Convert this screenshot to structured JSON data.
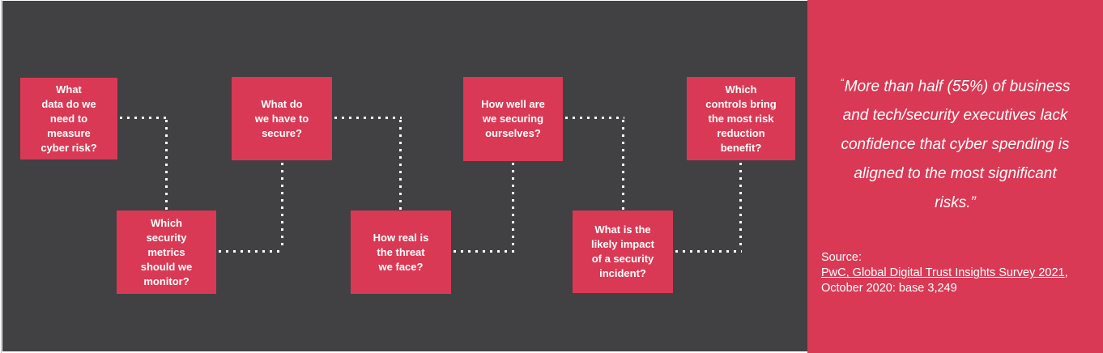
{
  "slide": {
    "background_color": "#414042",
    "accent_color": "#D93954",
    "text_color": "#ffffff"
  },
  "flow": {
    "boxes": [
      {
        "label": "What\ndata do we\nneed to\nmeasure\ncyber risk?"
      },
      {
        "label": "Which\nsecurity\nmetrics\nshould we\nmonitor?"
      },
      {
        "label": "What do\nwe have to\nsecure?"
      },
      {
        "label": "How real is\nthe threat\nwe face?"
      },
      {
        "label": "How well are\nwe securing\nourselves?"
      },
      {
        "label": "What is the\nlikely impact\nof a security\nincident?"
      },
      {
        "label": "Which\ncontrols bring\nthe most risk\nreduction\nbenefit?"
      }
    ]
  },
  "panel": {
    "quote_open": "“",
    "quote_text": "More than half (55%) of business\nand tech/security executives lack\nconfidence that cyber spending is\naligned to the most significant\nrisks.",
    "quote_close": "”",
    "source_label": "Source:",
    "source_link": "PwC, Global Digital Trust Insights Survey 2021",
    "source_link_suffix": ",",
    "source_detail": "October 2020: base 3,249"
  }
}
